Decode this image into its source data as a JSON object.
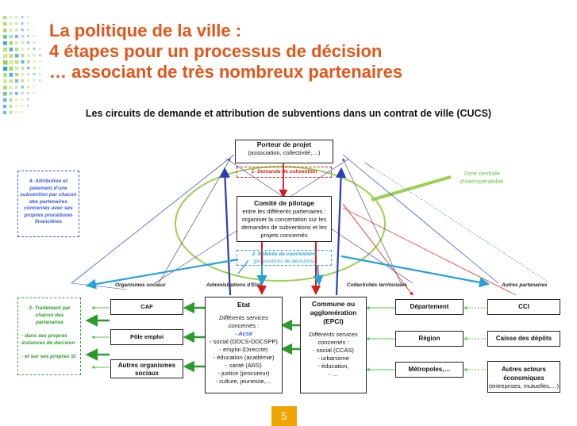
{
  "title": {
    "line1": "La politique de la ville :",
    "line2": "4 étapes pour un processus de décision",
    "line3": "… associant de très nombreux partenaires"
  },
  "subtitle": "Les circuits de demande et attribution de subventions dans un contrat de ville (CUCS)",
  "colors": {
    "title": "#e0571b",
    "blue": "#3a5bd9",
    "green": "#3aa536",
    "red": "#d81b1b",
    "cyan": "#2aa0d8",
    "slide_number_bg": "#f0a500"
  },
  "porteur": {
    "title": "Porteur de projet",
    "detail": "(association, collectivité,…)"
  },
  "step1": "1- Demande de subvention",
  "zone": {
    "line1": "Zone centrale",
    "line2": "d'interopérabilité"
  },
  "comite": {
    "title": "Comité de pilotage",
    "lines": [
      "entre les différents partenaires :",
      "organiser la concertation sur les",
      "demandes de subventions et les",
      "projets concernés"
    ]
  },
  "step2": {
    "line1": "2- Relevés de conclusions",
    "line2": "(propositions de décisions)"
  },
  "step4": [
    "4- Attribution et",
    "paiement d'une",
    "subvention par chacun",
    "des partenaires",
    "concernés avec ses",
    "propres procédures",
    "financières"
  ],
  "step3": {
    "title": [
      "3- Traitement par",
      "chacun des partenaires"
    ],
    "b1": [
      "- dans ses propres",
      "instances de décision"
    ],
    "b2": "- et sur ses propres SI"
  },
  "categories": {
    "organismes": "Organismes sociaux",
    "administrations": "Administrations d'Etat",
    "collectivites": "Collectivités territoriales",
    "autres": "Autres partenaires"
  },
  "organismes": [
    "CAF",
    "Pôle emploi",
    "Autres organismes sociaux"
  ],
  "etat": {
    "title": "Etat",
    "intro": [
      "Différents services",
      "concernés :"
    ],
    "acse": "- Acsé",
    "items": [
      "- social (DDCS-DDCSPP)",
      "- emploi (Direccte)",
      "- éducation (académie)",
      "- santé (ARS)",
      "- justice (procureur)",
      "- culture, jeunesse,…"
    ]
  },
  "commune": {
    "title": [
      "Commune ou",
      "agglomération",
      "(EPCI)"
    ],
    "intro": [
      "Différents services",
      "concernés :"
    ],
    "items": [
      "- social (CCAS)",
      "- urbanisme",
      "- éducation,",
      "- …"
    ]
  },
  "collectivites": [
    "Département",
    "Région",
    "Métropoles,…"
  ],
  "autres": {
    "cci": "CCI",
    "caisse": "Caisse des dépôts",
    "acteurs": [
      "Autres acteurs",
      "économiques",
      "(entreprises, mutuelles,…)"
    ]
  },
  "slide_number": "5"
}
